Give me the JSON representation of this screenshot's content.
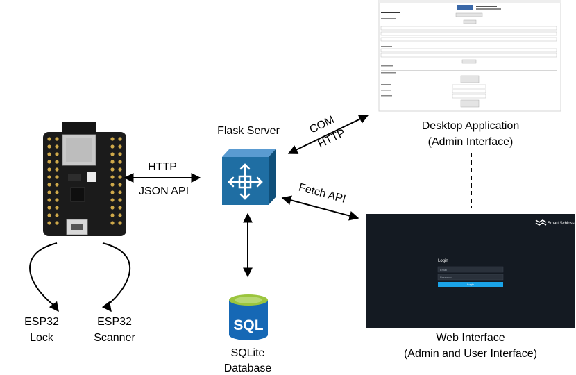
{
  "nodes": {
    "flask_server": "Flask Server",
    "esp32_lock": [
      "ESP32",
      "Lock"
    ],
    "esp32_scanner": [
      "ESP32",
      "Scanner"
    ],
    "sqlite_db": [
      "SQLite",
      "Database"
    ],
    "sql_icon_text": "SQL",
    "desktop_app": [
      "Desktop Application",
      "(Admin Interface)"
    ],
    "web_interface": [
      "Web Interface",
      "(Admin and User Interface)"
    ]
  },
  "edges": {
    "esp_flask": [
      "HTTP",
      "JSON API"
    ],
    "flask_desktop": [
      "COM",
      "HTTP"
    ],
    "flask_web": "Fetch API"
  },
  "web_screenshot": {
    "brand": "Smart Schloss",
    "heading": "Login",
    "email_placeholder": "Email",
    "password_placeholder": "Password",
    "button": "Login"
  },
  "colors": {
    "server_blue": "#1f6ea3",
    "server_dark": "#0f4f7a",
    "db_blue": "#1668b5",
    "db_green": "#9bc53d",
    "web_bg": "#141a22",
    "accent": "#1aa3e8",
    "board_black": "#1b1b1b"
  }
}
